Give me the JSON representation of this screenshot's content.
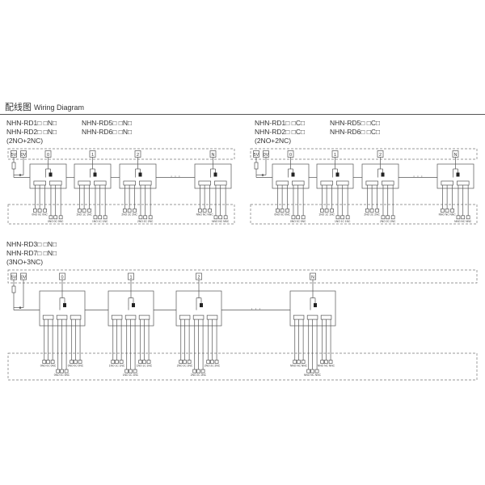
{
  "header": {
    "title_cn": "配线图",
    "title_en": "Wiring Diagram"
  },
  "diagram_a": {
    "models_left": [
      "NHN-RD1□ □N□",
      "NHN-RD2□ □N□"
    ],
    "models_right": [
      "NHN-RD5□ □N□",
      "NHN-RD6□ □N□"
    ],
    "config": "(2NO+2NC)",
    "supply": [
      "5V",
      "0V"
    ],
    "channels": [
      "0",
      "1",
      "2",
      "N"
    ]
  },
  "diagram_b": {
    "models_left": [
      "NHN-RD1□ □C□",
      "NHN-RD2□ □C□"
    ],
    "models_right": [
      "NHN-RD5□ □C□",
      "NHN-RD6□ □C□"
    ],
    "config": "(2NO+2NC)",
    "supply": [
      "5V",
      "0V"
    ],
    "channels": [
      "0",
      "1",
      "2",
      "N"
    ]
  },
  "diagram_c": {
    "models_left": [
      "NHN-RD3□ □N□",
      "NHN-RD7□ □N□"
    ],
    "config": "(3NO+3NC)",
    "supply": [
      "5V",
      "0V"
    ],
    "channels": [
      "0",
      "1",
      "2",
      "N"
    ]
  },
  "ellipsis": "· · ·",
  "colors": {
    "line": "#555555",
    "dash": "#777777",
    "text": "#333333"
  }
}
